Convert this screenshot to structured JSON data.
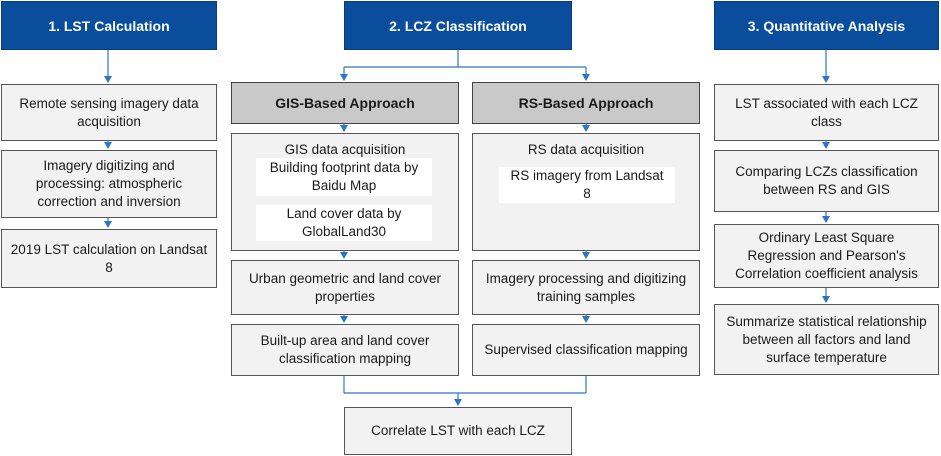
{
  "columns": {
    "lst": {
      "header": "1. LST Calculation",
      "steps": [
        "Remote sensing imagery data acquisition",
        "Imagery digitizing and processing: atmospheric correction and inversion",
        "2019 LST calculation on Landsat 8"
      ]
    },
    "lcz": {
      "header": "2. LCZ Classification",
      "gis": {
        "title": "GIS-Based Approach",
        "acquisition_title": "GIS data acquisition",
        "sources": [
          "Building footprint data by Baidu Map",
          "Land cover data by GlobalLand30"
        ],
        "steps": [
          "Urban geometric and land cover properties",
          "Built-up area and land cover classification mapping"
        ]
      },
      "rs": {
        "title": "RS-Based Approach",
        "acquisition_title": "RS data acquisition",
        "sources": [
          "RS imagery from Landsat 8"
        ],
        "steps": [
          "Imagery processing and digitizing training samples",
          "Supervised classification mapping"
        ]
      },
      "final": "Correlate LST with each LCZ"
    },
    "qa": {
      "header": "3. Quantitative Analysis",
      "steps": [
        "LST associated with each LCZ class",
        "Comparing LCZs classification between RS and GIS",
        "Ordinary Least Square Regression and Pearson's Correlation coefficient analysis",
        "Summarize statistical relationship between all factors and land surface temperature"
      ]
    }
  },
  "colors": {
    "header_fill": "#0a4d9c",
    "connector": "#2e75c8",
    "box_fill": "#f2f2f2",
    "approach_fill": "#c9c9c9"
  }
}
